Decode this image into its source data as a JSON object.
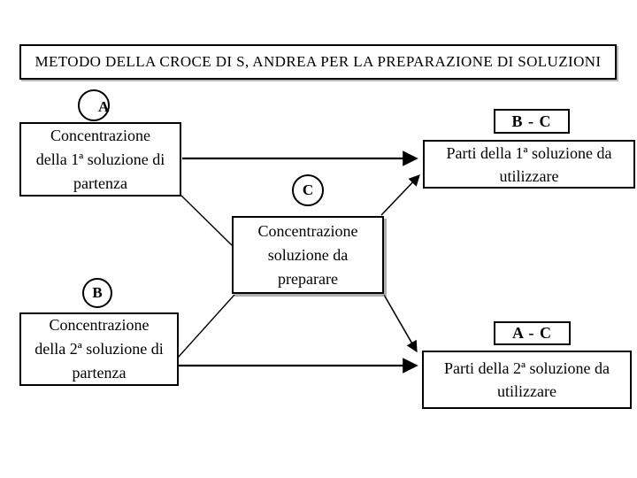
{
  "colors": {
    "ink": "#000000",
    "background": "#ffffff"
  },
  "title": "METODO DELLA CROCE DI S, ANDREA PER LA PREPARAZIONE DI SOLUZIONI",
  "badges": {
    "a": "A",
    "b": "B",
    "c": "C"
  },
  "boxes": {
    "concentration1": {
      "lines": [
        "Concentrazione",
        "della 1ª soluzione di",
        "partenza"
      ]
    },
    "concentration2": {
      "lines": [
        "Concentrazione",
        "della 2ª soluzione di",
        "partenza"
      ]
    },
    "target": {
      "lines": [
        "Concentrazione",
        "soluzione da",
        "preparare"
      ]
    },
    "formula1": "B - C",
    "formula2": "A - C",
    "result1": {
      "lines": [
        "Parti della 1ª soluzione da",
        "utilizzare"
      ]
    },
    "result2": {
      "lines": [
        "Parti della 2ª soluzione da",
        "utilizzare"
      ]
    }
  }
}
